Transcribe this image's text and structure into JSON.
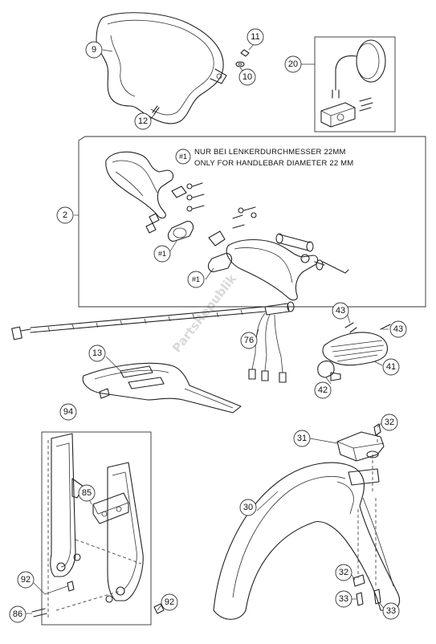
{
  "callouts": {
    "c9": "9",
    "c11": "11",
    "c10": "10",
    "c12": "12",
    "c20": "20",
    "c2": "2",
    "c1a": "#1",
    "c1b": "#1",
    "c76": "76",
    "c43a": "43",
    "c43b": "43",
    "c41": "41",
    "c42": "42",
    "c13": "13",
    "c94": "94",
    "c85": "85",
    "c92a": "92",
    "c92b": "92",
    "c86": "86",
    "c31": "31",
    "c32a": "32",
    "c30": "30",
    "c32b": "32",
    "c33a": "33",
    "c33b": "33"
  },
  "note": {
    "marker": "#1",
    "line1": "NUR BEI LENKERDURCHMESSER 22MM",
    "line2": "ONLY FOR HANDLEBAR DIAMETER 22 MM"
  },
  "watermark": "PartsRepublik"
}
